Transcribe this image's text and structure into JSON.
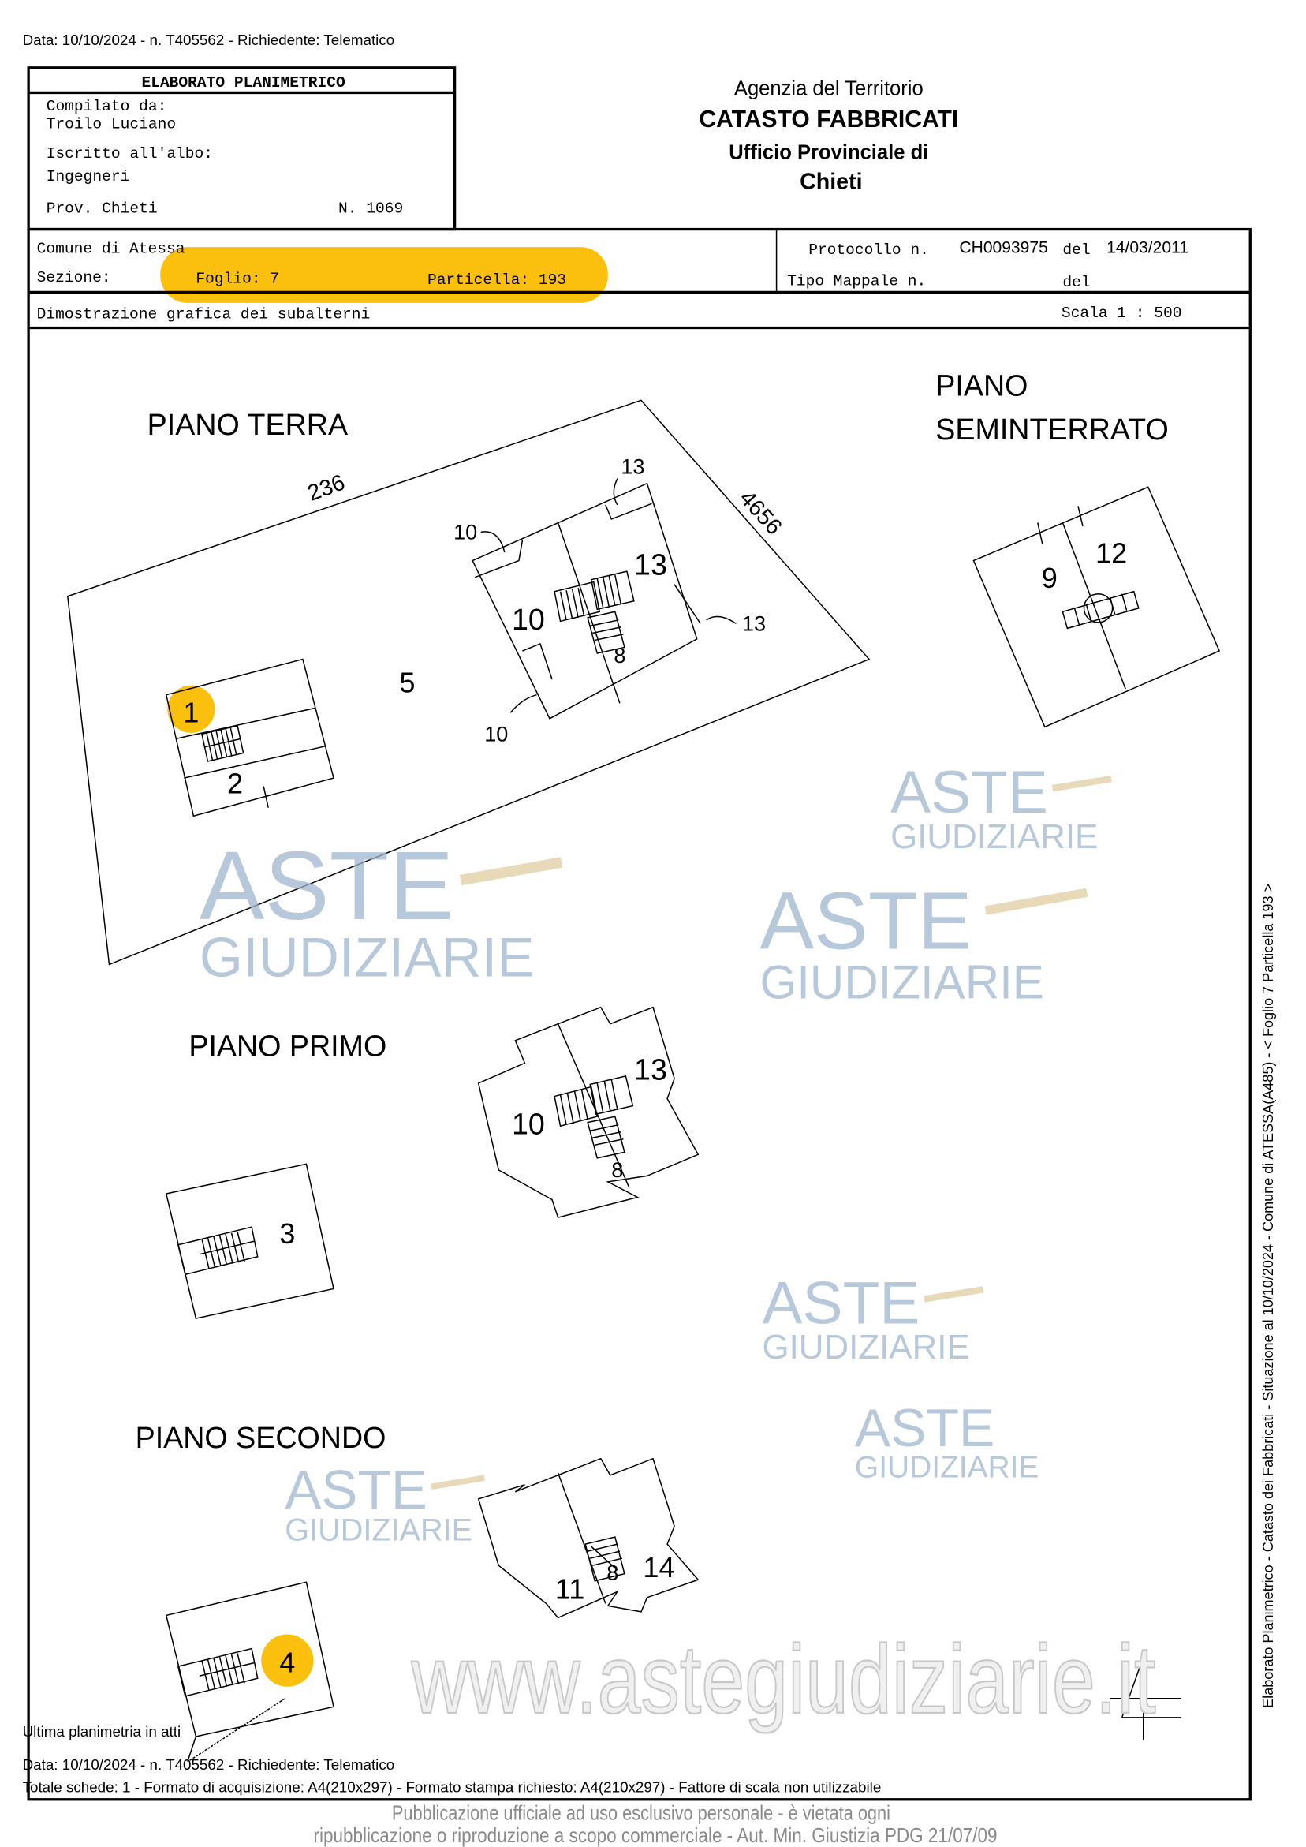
{
  "top_line": "Data: 10/10/2024 - n. T405562 - Richiedente: Telematico",
  "elaborato": {
    "title": "ELABORATO PLANIMETRICO",
    "compilato_label": "Compilato da:",
    "compilato_name": "Troilo Luciano",
    "iscritto_label": "Iscritto all'albo:",
    "iscritto_value": "Ingegneri",
    "prov": "Prov. Chieti",
    "numero": "N.  1069"
  },
  "agency": {
    "line1": "Agenzia del Territorio",
    "line2": "CATASTO FABBRICATI",
    "line3": "Ufficio Provinciale di",
    "line4": "Chieti"
  },
  "info": {
    "comune": "Comune di Atessa",
    "sezione": "Sezione:",
    "foglio": "Foglio: 7",
    "particella": "Particella: 193",
    "protocollo_label": "Protocollo n.",
    "protocollo_value": "CH0093975",
    "del_label": "del",
    "protocollo_date": "14/03/2011",
    "tipo_mappale": "Tipo Mappale n.",
    "del2": "del",
    "dimostrazione": "Dimostrazione grafica dei subalterni",
    "scala": "Scala 1 : 500"
  },
  "floors": {
    "terra": "PIANO TERRA",
    "seminterrato_1": "PIANO",
    "seminterrato_2": "SEMINTERRATO",
    "primo": "PIANO PRIMO",
    "secondo": "PIANO SECONDO"
  },
  "labels": {
    "n236": "236",
    "n4656": "4656",
    "t1": "1",
    "t2": "2",
    "t5": "5",
    "t10a": "10",
    "t10b": "10",
    "t10c": "10",
    "t13a": "13",
    "t13b": "13",
    "t13c": "13",
    "t8": "8",
    "s9": "9",
    "s12": "12",
    "p10": "10",
    "p13": "13",
    "p8": "8",
    "p3": "3",
    "q11": "11",
    "q8": "8",
    "q14": "14",
    "q4": "4"
  },
  "side_text": "Elaborato Planimetrico - Catasto dei Fabbricati - Situazione al 10/10/2024 - Comune di ATESSA(A485) - < Foglio 7 Particella 193 >",
  "footer": {
    "ultima": "Ultima planimetria in atti",
    "data": "Data: 10/10/2024 - n. T405562 - Richiedente: Telematico",
    "totale": "Totale schede: 1 - Formato di acquisizione: A4(210x297) - Formato stampa richiesto: A4(210x297) - Fattore di scala non utilizzabile",
    "notice1": "Pubblicazione ufficiale ad uso esclusivo personale - è vietata ogni",
    "notice2": "ripubblicazione o riproduzione a scopo commerciale - Aut. Min. Giustizia PDG 21/07/09"
  },
  "watermark": {
    "aste": "ASTE",
    "giudiziarie": "GIUDIZIARIE",
    "url": "www.astegiudiziarie.it"
  },
  "colors": {
    "highlight": "#fbbf0e",
    "watermark": "#9fb6cf"
  }
}
